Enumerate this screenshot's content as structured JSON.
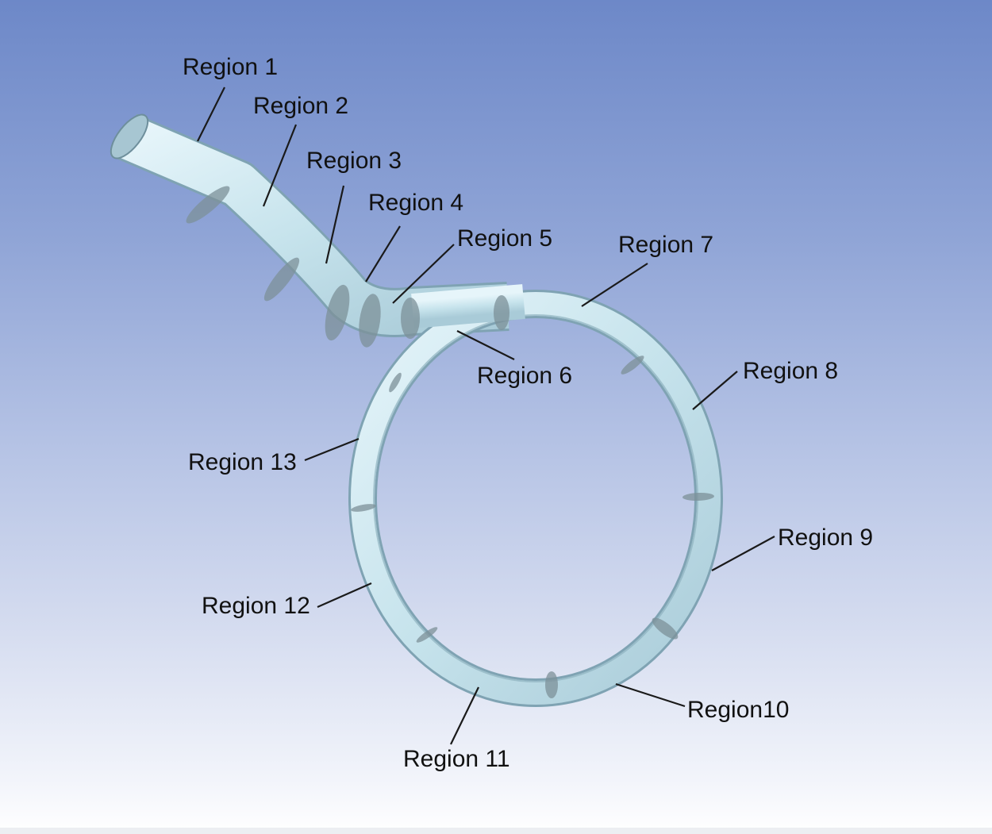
{
  "figure": {
    "regions": [
      {
        "id": "r1",
        "label": "Region 1"
      },
      {
        "id": "r2",
        "label": "Region 2"
      },
      {
        "id": "r3",
        "label": "Region 3"
      },
      {
        "id": "r4",
        "label": "Region 4"
      },
      {
        "id": "r5",
        "label": "Region 5"
      },
      {
        "id": "r6",
        "label": "Region 6"
      },
      {
        "id": "r7",
        "label": "Region 7"
      },
      {
        "id": "r8",
        "label": "Region 8"
      },
      {
        "id": "r9",
        "label": "Region 9"
      },
      {
        "id": "r10",
        "label": "Region10"
      },
      {
        "id": "r11",
        "label": "Region 11"
      },
      {
        "id": "r12",
        "label": "Region 12"
      },
      {
        "id": "r13",
        "label": "Region 13"
      }
    ],
    "colors": {
      "tube": "#c9e6ee",
      "tube_edge": "#7fa3b3",
      "divider": "#7d9098",
      "leader": "#1a1a1a"
    }
  }
}
